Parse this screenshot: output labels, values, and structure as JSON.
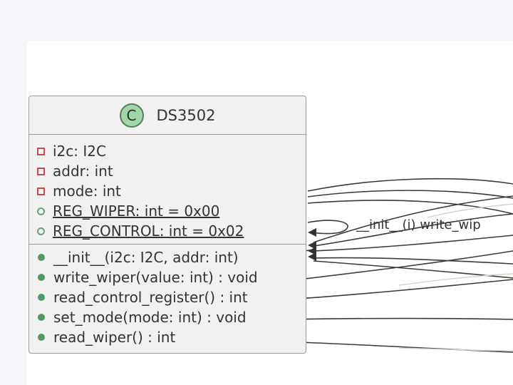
{
  "class": {
    "stereotype_icon": "C",
    "name": "DS3502",
    "fields": [
      {
        "visibility": "private",
        "text": "i2c: I2C",
        "static": false
      },
      {
        "visibility": "private",
        "text": "addr: int",
        "static": false
      },
      {
        "visibility": "private",
        "text": "mode: int",
        "static": false
      },
      {
        "visibility": "public",
        "text": "REG_WIPER: int = 0x00",
        "static": true
      },
      {
        "visibility": "public",
        "text": "REG_CONTROL: int = 0x02",
        "static": true
      }
    ],
    "methods": [
      {
        "visibility": "public",
        "text": "__init__(i2c: I2C, addr: int)"
      },
      {
        "visibility": "public",
        "text": "write_wiper(value: int) : void"
      },
      {
        "visibility": "public",
        "text": "read_control_register() : int"
      },
      {
        "visibility": "public",
        "text": "set_mode(mode: int) : void"
      },
      {
        "visibility": "public",
        "text": "read_wiper() : int"
      }
    ]
  },
  "edge_label": "__init__(i) write_wip",
  "colors": {
    "class_fill": "#f1f1f1",
    "class_border": "#9a9a9a",
    "icon_fill": "#9fd7a8",
    "private_marker": "#c94c4c",
    "public_marker": "#4f9a62",
    "edge": "#3a3a3a",
    "edge_faint": "#cfd6c4"
  }
}
